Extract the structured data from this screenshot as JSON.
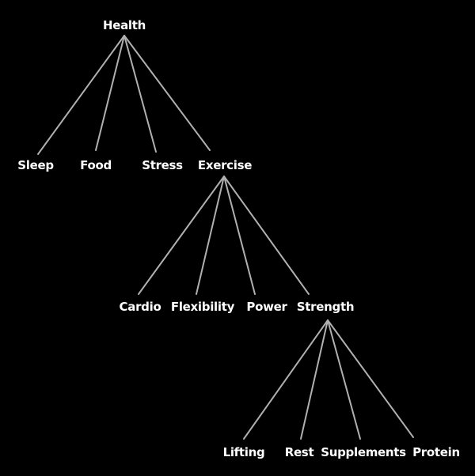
{
  "tree": {
    "root": "Health",
    "level1": [
      "Sleep",
      "Food",
      "Stress",
      "Exercise"
    ],
    "level2": [
      "Cardio",
      "Flexibility",
      "Power",
      "Strength"
    ],
    "level3": [
      "Lifting",
      "Rest",
      "Supplements",
      "Protein"
    ]
  },
  "colors": {
    "background": "#000000",
    "text": "#ffffff",
    "edge": "#b0b0b0"
  }
}
